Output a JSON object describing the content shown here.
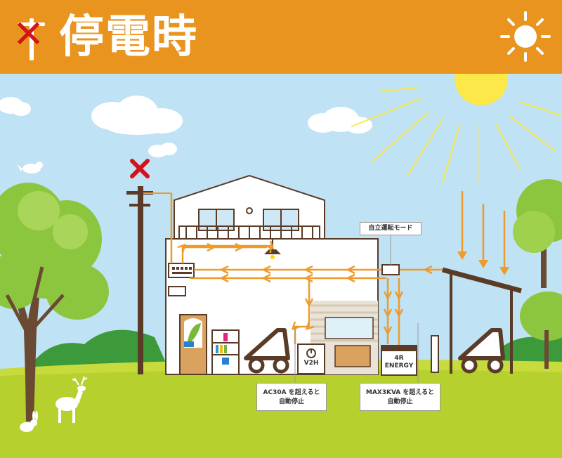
{
  "header": {
    "title": "停電時",
    "grid_status": "cut-off",
    "colors": {
      "banner": "#e9941e",
      "cross": "#d3121b",
      "flow": "#ee9b2c"
    }
  },
  "icons": [
    "sun-icon",
    "utility-pole-cross-icon",
    "bird-icon",
    "deer-icon",
    "rabbit-icon",
    "ceiling-lamp-icon",
    "solar-carport-icon",
    "ev-car-icon"
  ],
  "labels": {
    "self_mode": "自立運転モード",
    "v2h": "V2H",
    "energy_line1": "4R",
    "energy_line2": "ENERGY",
    "ac_note_line1": "AC30A を超えると",
    "ac_note_line2": "自動停止",
    "max_note_line1": "MAX3KVA を超えると",
    "max_note_line2": "自動停止"
  }
}
